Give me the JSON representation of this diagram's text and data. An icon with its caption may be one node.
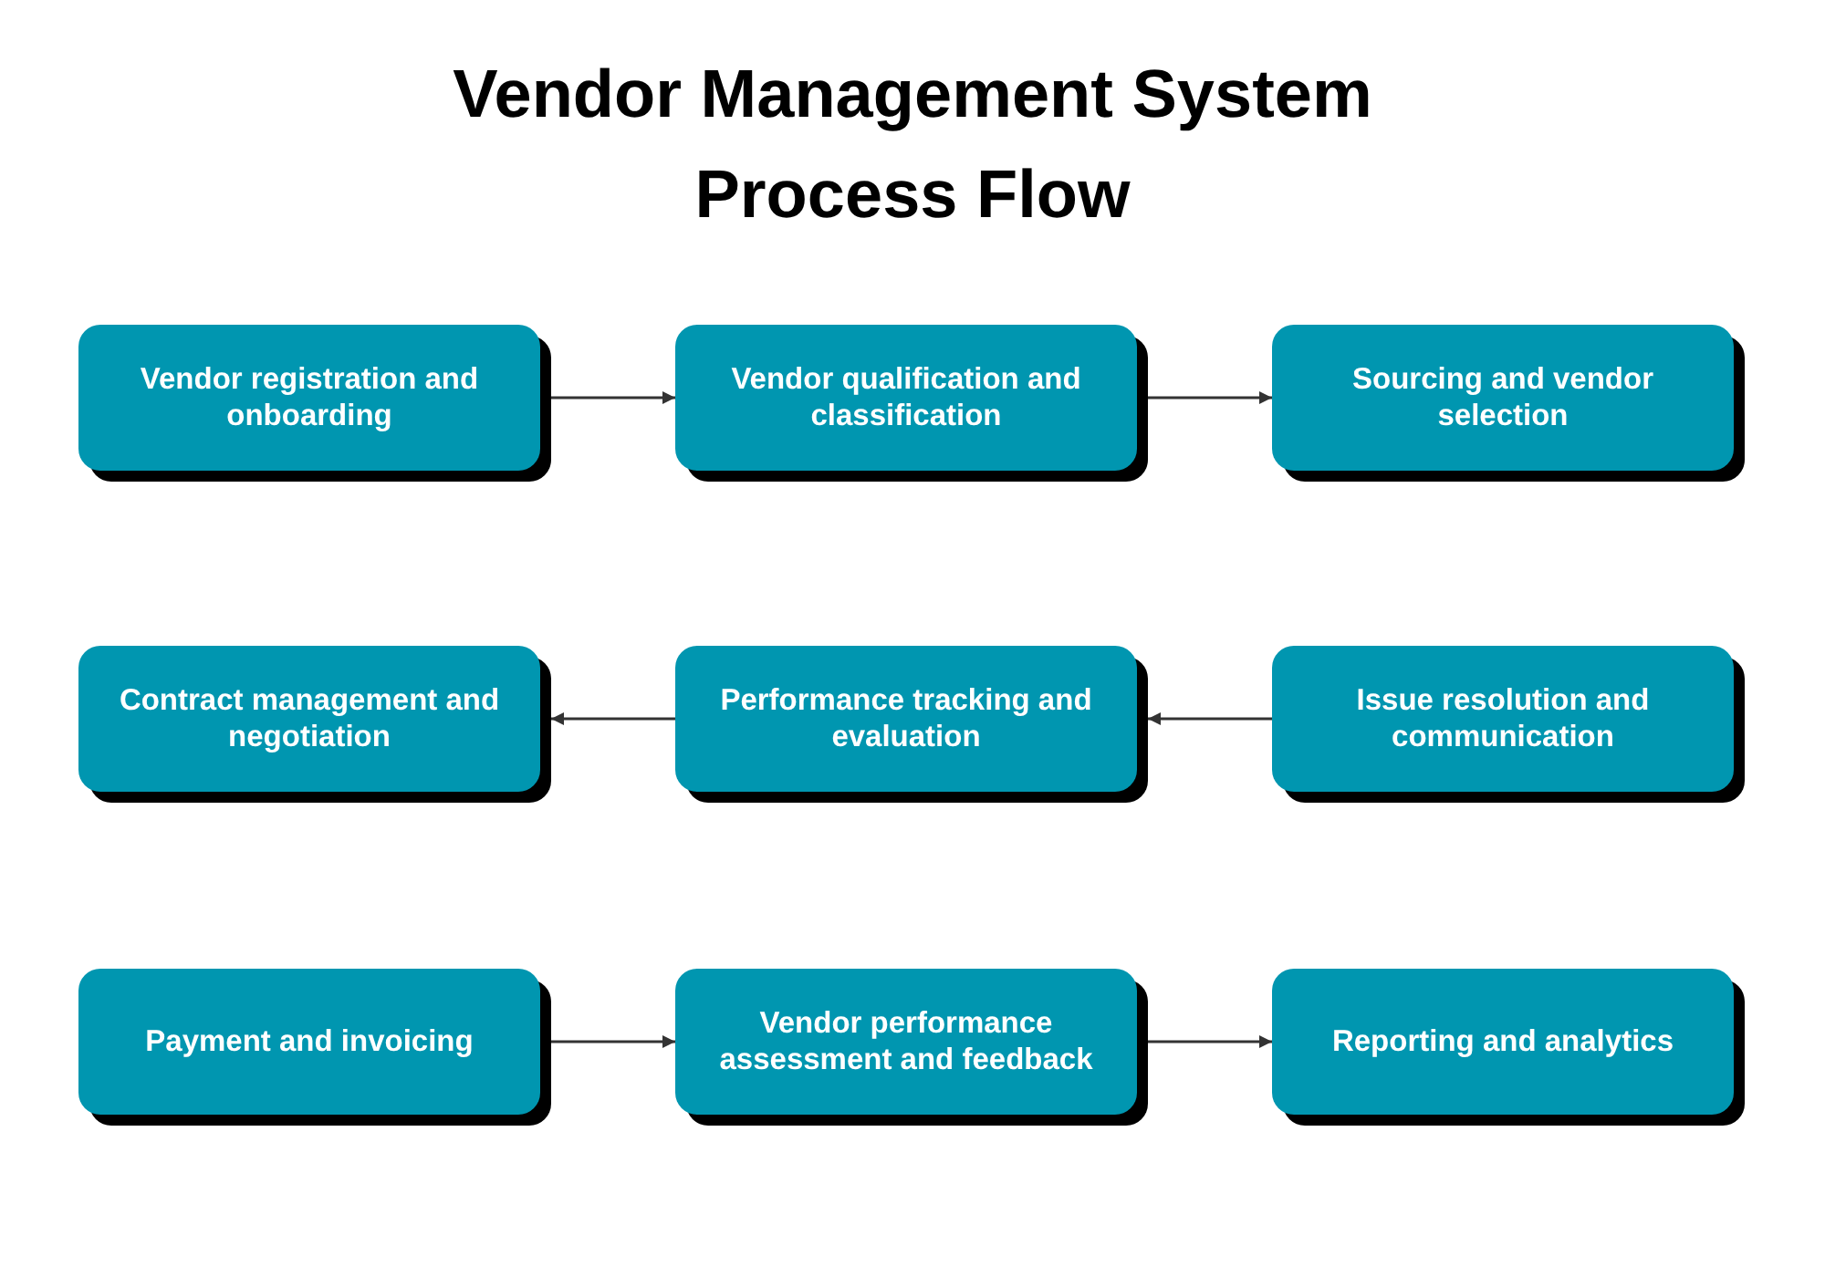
{
  "diagram": {
    "title": "Vendor Management System Process Flow",
    "nodes": [
      {
        "text": [
          "Vendor registration and onboarding"
        ]
      },
      {
        "text": [
          "Vendor qualification and classification"
        ]
      },
      {
        "text": [
          "Sourcing and vendor selection"
        ]
      },
      {
        "text": [
          "Contract management and negotiation"
        ]
      },
      {
        "text": [
          "Performance tracking and evaluation"
        ]
      },
      {
        "text": [
          "Issue resolution and communication"
        ]
      },
      {
        "text": [
          "Payment and invoicing"
        ]
      },
      {
        "text": [
          "Vendor performance assessment and feedback"
        ]
      },
      {
        "text": [
          "Reporting and analytics"
        ]
      }
    ],
    "edges": [
      {
        "from": 0,
        "to": 1,
        "arrow": "to"
      },
      {
        "from": 1,
        "to": 2,
        "arrow": "to"
      },
      {
        "from": 5,
        "to": 4,
        "arrow": "to"
      },
      {
        "from": 4,
        "to": 3,
        "arrow": "to"
      },
      {
        "from": 6,
        "to": 7,
        "arrow": "to"
      },
      {
        "from": 7,
        "to": 8,
        "arrow": "to"
      }
    ]
  }
}
